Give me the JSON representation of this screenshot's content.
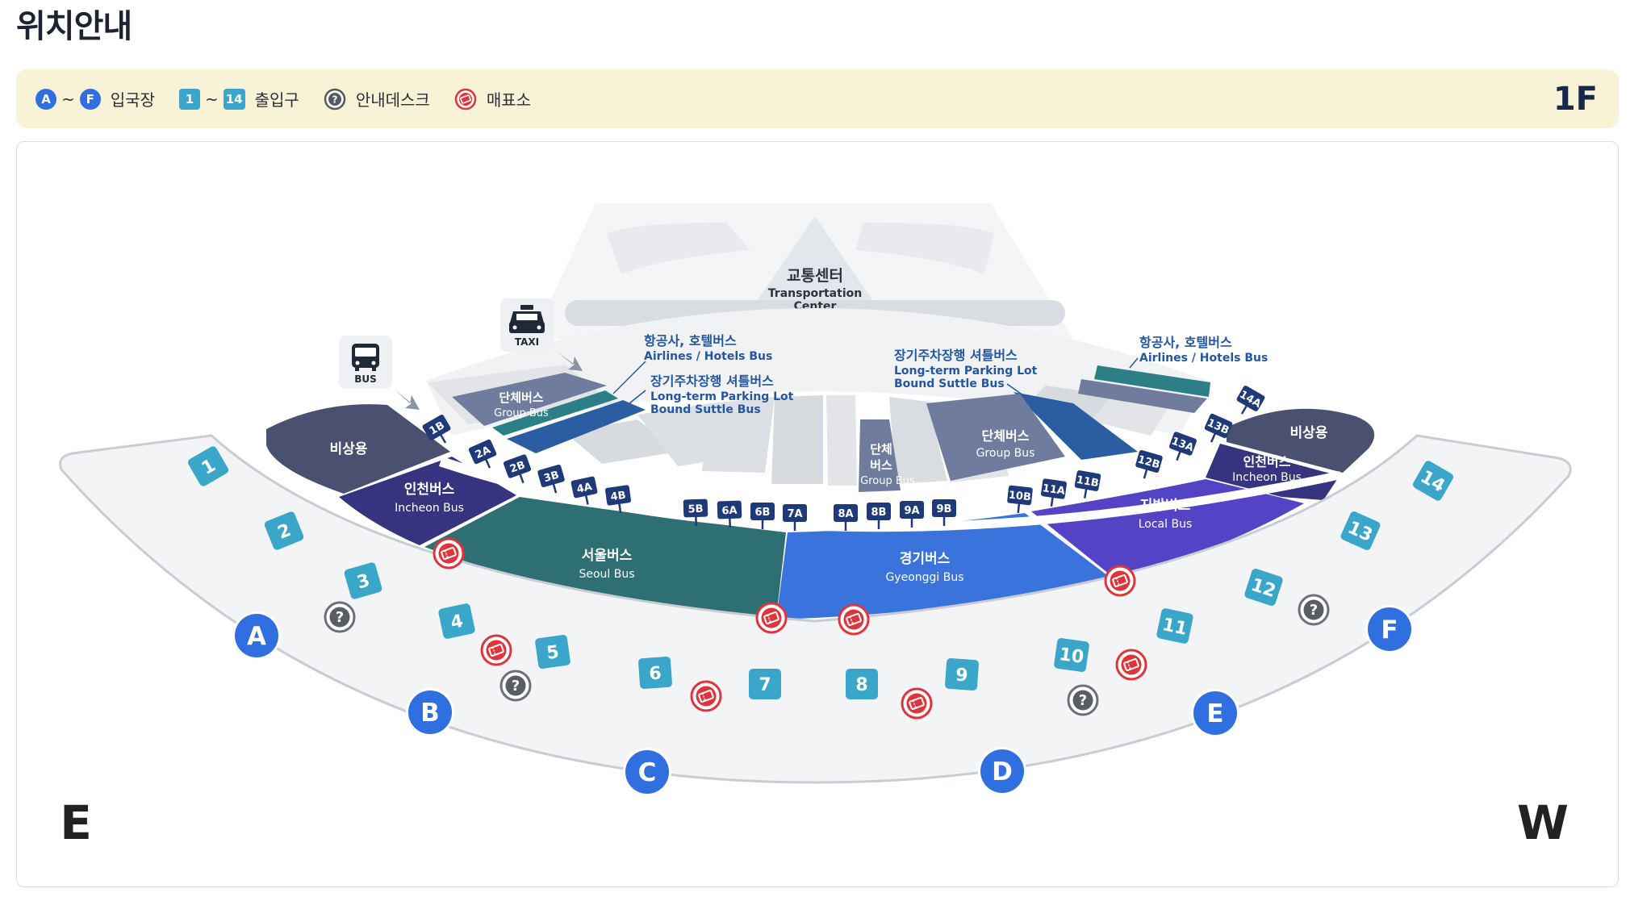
{
  "page_title": "위치안내",
  "legend": {
    "arrival_from": "A",
    "arrival_to": "F",
    "tilde": "~",
    "arrival_label": "입국장",
    "gate_from": "1",
    "gate_to": "14",
    "gate_label": "출입구",
    "info_label": "안내데스크",
    "ticket_label": "매표소",
    "info_icon": "question-mark-icon",
    "ticket_icon": "ticket-icon"
  },
  "floor": "1F",
  "compass": {
    "left": "E",
    "right": "W"
  },
  "colors": {
    "seoul_bus": "#2e6f74",
    "gyeonggi_bus": "#3a73dc",
    "local_bus": "#5443c4",
    "incheon_bus": "#36347f",
    "emergency": "#4a5070",
    "group_bus": "#6f7c9e",
    "long_term_shuttle": "#2b5da3",
    "airline_bus": "#2c7f86",
    "arrival_marker": "#2f6fe0",
    "gate_marker": "#3aa6c9",
    "ticket_marker": "#e0333a",
    "info_marker": "#555a60",
    "bus_stop_tag": "#1f3a78",
    "legend_bg": "#f8f2d6"
  },
  "map": {
    "transport_center": {
      "ko": "교통센터",
      "en": "Transportation Center"
    },
    "taxi_label": "TAXI",
    "bus_label": "BUS",
    "zones": {
      "emergency_left": "비상용",
      "emergency_right": "비상용",
      "incheon_left": {
        "ko": "인천버스",
        "en": "Incheon Bus"
      },
      "incheon_right": {
        "ko": "인천버스",
        "en": "Incheon Bus"
      },
      "seoul": {
        "ko": "서울버스",
        "en": "Seoul Bus"
      },
      "gyeonggi": {
        "ko": "경기버스",
        "en": "Gyeonggi Bus"
      },
      "local": {
        "ko": "지방버스",
        "en": "Local Bus"
      },
      "group_left": {
        "ko": "단체버스",
        "en": "Group Bus"
      },
      "group_center": {
        "ko1": "단체",
        "ko2": "버스",
        "en": "Group Bus"
      },
      "group_right": {
        "ko": "단체버스",
        "en": "Group Bus"
      }
    },
    "callouts": {
      "airline_left": {
        "ko": "항공사, 호텔버스",
        "en": "Airlines / Hotels Bus"
      },
      "shuttle_left": {
        "ko": "장기주차장행 셔틀버스",
        "en1": "Long-term Parking Lot",
        "en2": "Bound Suttle Bus"
      },
      "shuttle_right": {
        "ko": "장기주차장행 셔틀버스",
        "en1": "Long-term Parking Lot",
        "en2": "Bound Suttle Bus"
      },
      "airline_right": {
        "ko": "항공사, 호텔버스",
        "en": "Airlines / Hotels Bus"
      }
    },
    "bus_stops": [
      "1B",
      "2A",
      "2B",
      "3B",
      "4A",
      "4B",
      "5B",
      "6A",
      "6B",
      "7A",
      "8A",
      "8B",
      "9A",
      "9B",
      "10B",
      "11A",
      "11B",
      "12B",
      "13A",
      "13B",
      "14A"
    ],
    "gates": [
      "1",
      "2",
      "3",
      "4",
      "5",
      "6",
      "7",
      "8",
      "9",
      "10",
      "11",
      "12",
      "13",
      "14"
    ],
    "arrival_halls": [
      "A",
      "B",
      "C",
      "D",
      "E",
      "F"
    ],
    "info_icon": "?"
  }
}
